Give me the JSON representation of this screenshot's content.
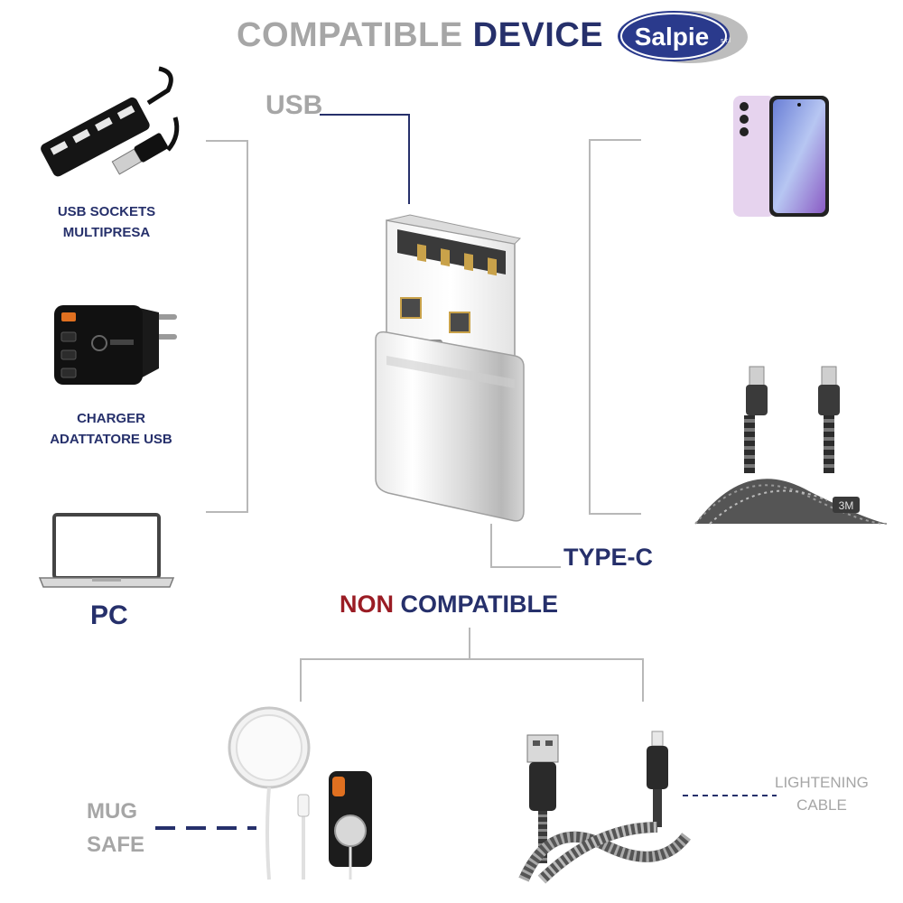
{
  "header": {
    "title_part1": "COMPATIBLE",
    "title_part2": "DEVICE"
  },
  "logo": {
    "text": "Salpie",
    "suffix": "s.r.l"
  },
  "adapter": {
    "usb_label": "USB",
    "typec_label": "TYPE-C"
  },
  "left_devices": {
    "usb_hub": {
      "line1": "USB SOCKETS",
      "line2": "MULTIPRESA"
    },
    "charger": {
      "line1": "CHARGER",
      "line2": "ADATTATORE USB"
    },
    "pc": {
      "label": "PC"
    }
  },
  "right_devices": {
    "cable_length": "3M"
  },
  "non_compatible": {
    "part1": "NON",
    "part2": "COMPATIBLE"
  },
  "mag_safe": {
    "line1": "MUG",
    "line2": "SAFE"
  },
  "lightning": {
    "line1": "LIGHTENING",
    "line2": "CABLE"
  },
  "colors": {
    "navy": "#26306b",
    "grey": "#a6a6a6",
    "red": "#9a1c24",
    "line_grey": "#b8b8b8"
  }
}
